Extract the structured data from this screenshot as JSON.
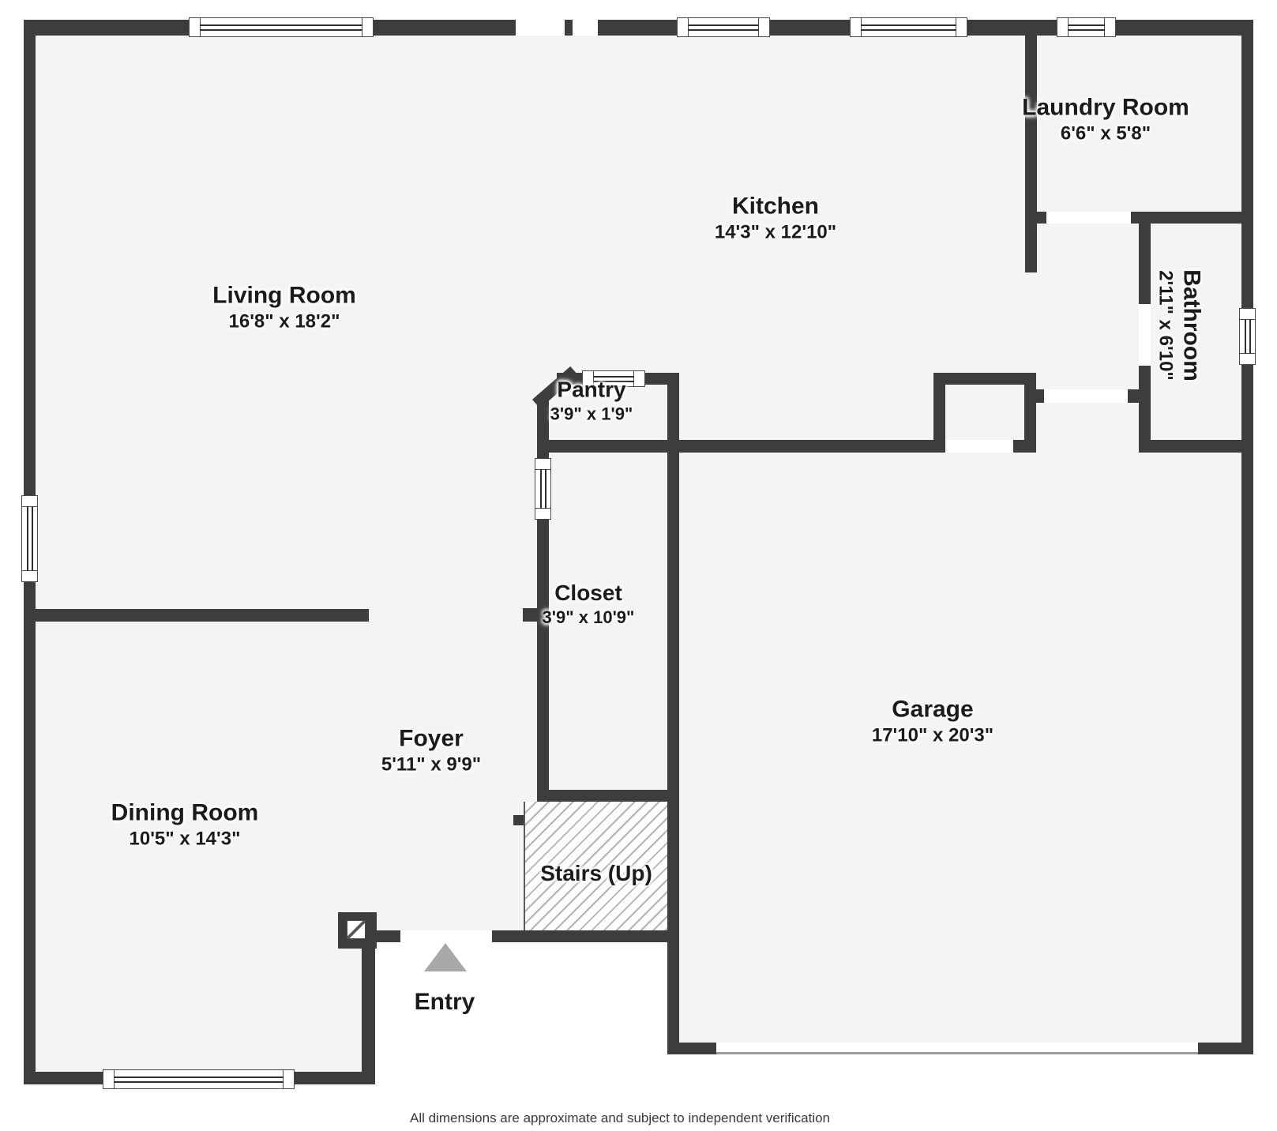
{
  "rooms": {
    "living": {
      "name": "Living Room",
      "dims": "16'8\" x 18'2\""
    },
    "kitchen": {
      "name": "Kitchen",
      "dims": "14'3\" x 12'10\""
    },
    "laundry": {
      "name": "Laundry Room",
      "dims": "6'6\" x 5'8\""
    },
    "bathroom": {
      "name": "Bathroom",
      "dims": "2'11\" x 6'10\""
    },
    "pantry": {
      "name": "Pantry",
      "dims": "3'9\" x 1'9\""
    },
    "closet": {
      "name": "Closet",
      "dims": "3'9\" x 10'9\""
    },
    "foyer": {
      "name": "Foyer",
      "dims": "5'11\" x 9'9\""
    },
    "dining": {
      "name": "Dining Room",
      "dims": "10'5\" x 14'3\""
    },
    "garage": {
      "name": "Garage",
      "dims": "17'10\" x 20'3\""
    },
    "stairs": {
      "name": "Stairs (Up)"
    },
    "entry": {
      "name": "Entry"
    }
  },
  "footer": {
    "disclaimer": "All dimensions are approximate and subject to independent verification"
  },
  "colors": {
    "wall": "#3d3d3d",
    "room_fill": "#f4f4f4",
    "background": "#ffffff",
    "hatch_line": "#b4b4b4",
    "entry_marker": "#a9a9a9"
  }
}
